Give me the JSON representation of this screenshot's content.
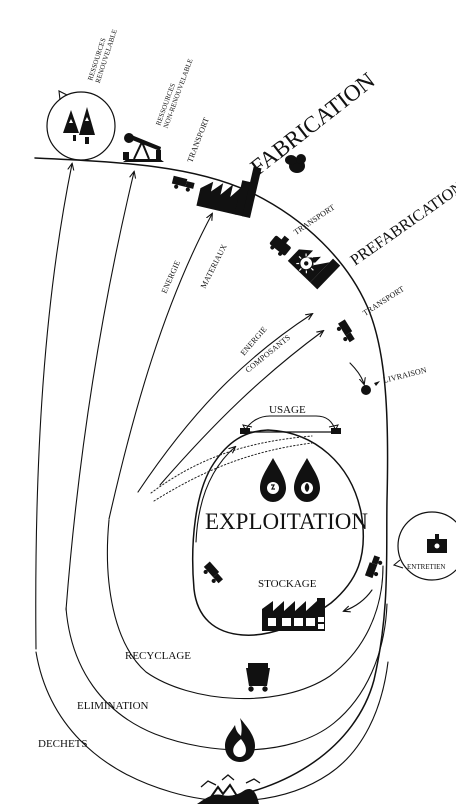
{
  "labels": {
    "ressources_renouvelable_1": "RESSOURCES",
    "ressources_renouvelable_2": "RENOUVELABLE",
    "ressources_non_renouvelable_1": "RESSOURCES",
    "ressources_non_renouvelable_2": "NON-RENOUVELABLE",
    "transport_1": "TRANSPORT",
    "fabrication": "FABRICATION",
    "transport_2": "TRANSPORT",
    "prefabrication": "PREFABRICATION",
    "transport_3": "TRANSPORT",
    "livraison": "LIVRAISON",
    "energie_1": "ENERGIE",
    "materiaux": "MATERIAUX",
    "energie_2": "ENERGIE",
    "composants": "COMPOSANTS",
    "usage": "USAGE",
    "exploitation": "EXPLOITATION",
    "entretien": "ENTRETIEN",
    "stockage": "STOCKAGE",
    "recyclage": "RECYCLAGE",
    "elimination": "ELIMINATION",
    "dechets": "DECHETS"
  },
  "icons": [
    "forest-icon",
    "oil-pump-icon",
    "truck-icon",
    "factory-icon",
    "tanker-ship-icon",
    "prefab-factory-icon",
    "water-energy-drops-icon",
    "maintenance-icon",
    "warehouse-icon",
    "mine-cart-icon",
    "fire-icon",
    "landfill-icon"
  ],
  "colors": {
    "ink": "#111111",
    "background": "#ffffff"
  }
}
